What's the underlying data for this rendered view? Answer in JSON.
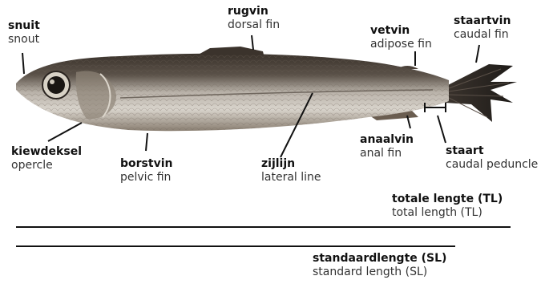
{
  "labels": {
    "snout": {
      "nl": "snuit",
      "en": "snout"
    },
    "opercle": {
      "nl": "kiewdeksel",
      "en": "opercle"
    },
    "pelvic": {
      "nl": "borstvin",
      "en": "pelvic fin"
    },
    "dorsal": {
      "nl": "rugvin",
      "en": "dorsal fin"
    },
    "lateral": {
      "nl": "zijlijn",
      "en": "lateral line"
    },
    "adipose": {
      "nl": "vetvin",
      "en": "adipose fin"
    },
    "anal": {
      "nl": "anaalvin",
      "en": "anal fin"
    },
    "caudal": {
      "nl": "staartvin",
      "en": "caudal fin"
    },
    "peduncle": {
      "nl": "staart",
      "en": "caudal peduncle"
    }
  },
  "lengths": {
    "total": {
      "nl": "totale lengte (TL)",
      "en": "total length (TL)"
    },
    "standard": {
      "nl": "standaardlengte (SL)",
      "en": "standard length (SL)"
    }
  },
  "colors": {
    "body_dark": "#4a4038",
    "body_light": "#c9c3bb",
    "line": "#111111"
  }
}
